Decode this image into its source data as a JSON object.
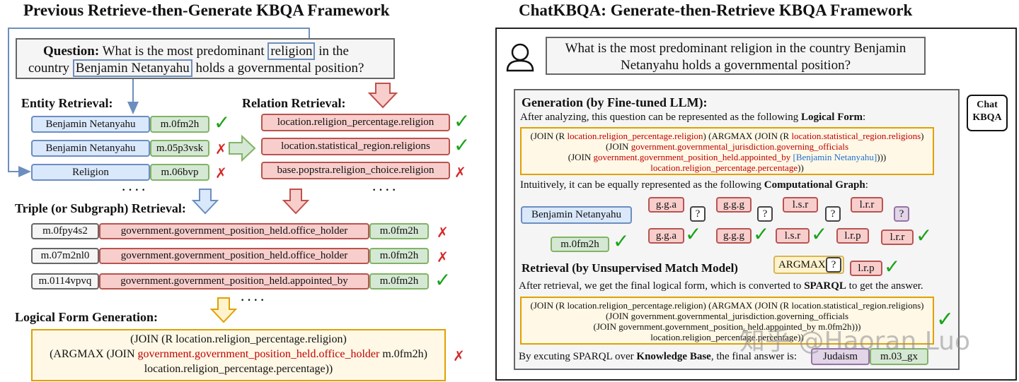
{
  "left": {
    "title": "Previous Retrieve-then-Generate KBQA Framework",
    "question_label": "Question:",
    "question_part1": " What is the most predominant ",
    "question_word_religion": "religion",
    "question_part2": " in the",
    "question_part3": "country ",
    "question_word_entity": "Benjamin Netanyahu",
    "question_part4": " holds a governmental position?",
    "entity_heading": "Entity Retrieval:",
    "relation_heading": "Relation Retrieval:",
    "entities": [
      {
        "name": "Benjamin Netanyahu",
        "id": "m.0fm2h",
        "ok": "✓"
      },
      {
        "name": "Benjamin Netanyahu",
        "id": "m.05p3vsk",
        "ok": "✗"
      },
      {
        "name": "Religion",
        "id": "m.06bvp",
        "ok": "✗"
      }
    ],
    "relations": [
      {
        "name": "location.religion_percentage.religion",
        "ok": "✓"
      },
      {
        "name": "location.statistical_region.religions",
        "ok": "✓"
      },
      {
        "name": "base.popstra.religion_choice.religion",
        "ok": "✗"
      }
    ],
    "dots": "· · · ·",
    "triple_heading": "Triple (or Subgraph) Retrieval:",
    "triples": [
      {
        "head": "m.0fpy4s2",
        "rel": "government.government_position_held.office_holder",
        "tail": "m.0fm2h",
        "ok": "✗"
      },
      {
        "head": "m.07m2nl0",
        "rel": "government.government_position_held.office_holder",
        "tail": "m.0fm2h",
        "ok": "✗"
      },
      {
        "head": "m.0114vpvq",
        "rel": "government.government_position_held.appointed_by",
        "tail": "m.0fm2h",
        "ok": "✓"
      }
    ],
    "lf_heading": "Logical Form Generation:",
    "lf_line1": "(JOIN (R location.religion_percentage.religion)",
    "lf_line2a": "(ARGMAX (JOIN ",
    "lf_line2b": "government.government_position_held.office_holder",
    "lf_line2c": " m.0fm2h)",
    "lf_line3": "location.religion_percentage.percentage))",
    "lf_ok": "✗"
  },
  "right": {
    "title": "ChatKBQA: Generate-then-Retrieve KBQA Framework",
    "question": [
      "What is the most predominant religion in the country Benjamin",
      "Netanyahu holds a governmental position?"
    ],
    "chat_label": [
      "Chat",
      "KBQA"
    ],
    "gen_heading": "Generation (by Fine-tuned LLM):",
    "gen_text_a": "After analyzing, this question can be represented as the following ",
    "gen_text_b": "Logical Form",
    "gen_text_c": ":",
    "lf1": {
      "l1a": "(JOIN (R ",
      "l1b": "location.religion_percentage.religion",
      "l1c": ") (ARGMAX (JOIN (R ",
      "l1d": "location.statistical_region.religions",
      "l1e": ")",
      "l2a": "(JOIN ",
      "l2b": "government.governmental_jurisdiction.governing_officials",
      "l3a": "(JOIN ",
      "l3b": "government.government_position_held.appointed_by",
      "l3c": " ",
      "l3d": "[Benjamin Netanyahu]",
      "l3e": ")))",
      "l4a": "location.religion_percentage.percentage",
      "l4b": "))"
    },
    "graph_text_a": "Intuitively, it can be equally represented as the following ",
    "graph_text_b": "Computational Graph",
    "graph_text_c": ":",
    "graph": {
      "entity": "Benjamin Netanyahu",
      "entity_id": "m.0fm2h",
      "q": "?",
      "gga": "g.g.a",
      "ggg": "g.g.g",
      "lsr": "l.s.r",
      "lrr": "l.r.r",
      "lrp": "l.r.p",
      "argmax": "ARGMAX",
      "ok": "✓"
    },
    "ret_heading": "Retrieval (by Unsupervised Match Model)",
    "ret_text_a": "After retrieval, we get the final logical form, which is converted to ",
    "ret_text_b": "SPARQL",
    "ret_text_c": " to get the answer.",
    "lf2": [
      "(JOIN (R location.religion_percentage.religion) (ARGMAX (JOIN (R location.statistical_region.religions)",
      "(JOIN government.governmental_jurisdiction.governing_officials",
      "(JOIN government.government_position_held.appointed_by m.0fm2h)))",
      "location.religion_percentage.percentage))"
    ],
    "lf2_ok": "✓",
    "final_a": "By excuting SPARQL over ",
    "final_b": "Knowledge Base",
    "final_c": ", the final answer is:",
    "answer": "Judaism",
    "answer_id": "m.03_gx",
    "watermark": "知乎 @Haoran Luo"
  },
  "colors": {
    "blue_fill": "#dae8fc",
    "blue_border": "#6c8ebf",
    "green_fill": "#d5e8d4",
    "green_border": "#82b366",
    "red_fill": "#f8cecc",
    "red_border": "#b85450",
    "orange_border": "#e0a100",
    "check": "#1aa31a",
    "cross": "#d42a2a"
  }
}
